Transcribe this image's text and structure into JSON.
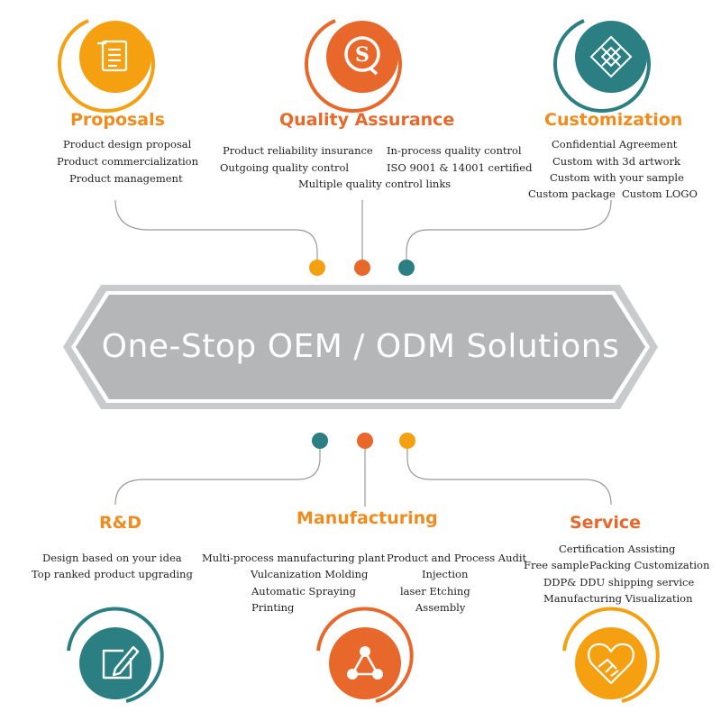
{
  "center_title": "One-Stop OEM / ODM Solutions",
  "colors": {
    "orange": "#f5a011",
    "red_orange": "#e8672a",
    "teal": "#2b7f83",
    "gray": "#b5b6b8"
  },
  "sections": {
    "proposals": {
      "title": "Proposals",
      "icon": "scroll-icon",
      "items": [
        "Product design proposal",
        "Product commercialization",
        "Product management"
      ]
    },
    "quality": {
      "title": "Quality Assurance",
      "icon": "qs-logo-icon",
      "items": [
        "Product reliability insurance",
        "In-process quality control",
        "Outgoing quality control",
        "ISO 9001 & 14001 certified",
        "Multiple quality control links"
      ]
    },
    "customization": {
      "title": "Customization",
      "icon": "design-tools-icon",
      "items": [
        "Confidential Agreement",
        "Custom with 3d artwork",
        "Custom with your sample",
        "Custom package",
        "Custom LOGO"
      ]
    },
    "rnd": {
      "title": "R&D",
      "icon": "edit-pencil-icon",
      "items": [
        "Design based on your idea",
        "Top ranked product upgrading"
      ]
    },
    "manufacturing": {
      "title": "Manufacturing",
      "icon": "network-nodes-icon",
      "items": [
        "Multi-process manufacturing plant",
        "Vulcanization Molding",
        "Automatic Spraying",
        "Printing",
        "Product and Process Audit",
        "Injection",
        "laser Etching",
        "Assembly"
      ]
    },
    "service": {
      "title": "Service",
      "icon": "heart-handshake-icon",
      "items": [
        "Certification Assisting",
        "Free sample",
        "Packing Customization",
        "DDP& DDU shipping service",
        "Manufacturing Visualization"
      ]
    }
  }
}
